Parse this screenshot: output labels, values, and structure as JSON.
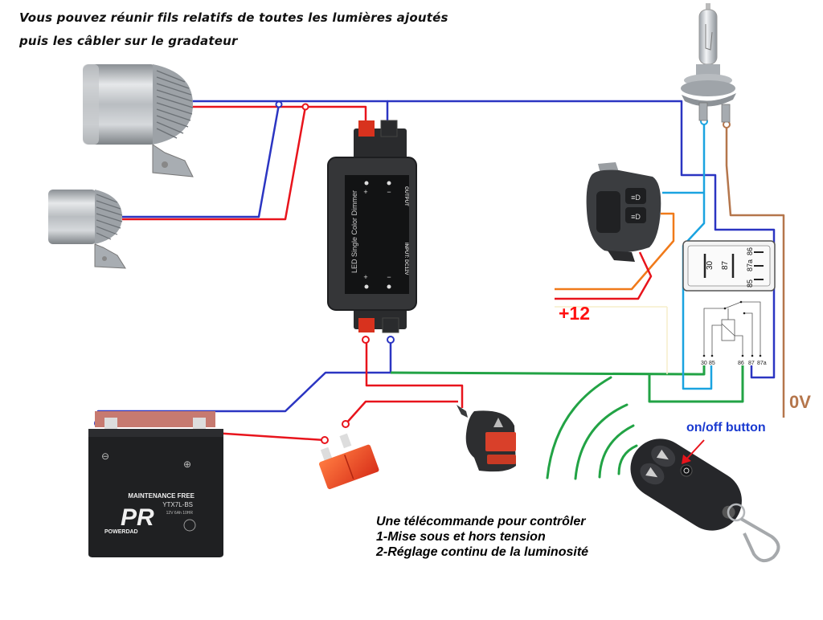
{
  "header_note": {
    "line1": "Vous pouvez réunir fils relatifs de toutes les lumières ajoutés",
    "line2": "puis les câbler sur le gradateur"
  },
  "dimmer": {
    "title": "LED Single Color Dimmer",
    "output_label": "OUTPUT",
    "input_label": "INPUT: DC12V",
    "plus": "+",
    "minus": "−"
  },
  "relay": {
    "pins_top": [
      "30",
      "87",
      "85",
      "87a",
      "86"
    ],
    "pins_schematic": [
      "30",
      "85",
      "86",
      "87",
      "87a"
    ]
  },
  "battery": {
    "maintenance": "MAINTENANCE FREE",
    "model": "YTX7L-BS",
    "spec": "12V 6Ah 10HR",
    "brand": "POWERDAD",
    "logo": "PR",
    "neg_symbol": "⊖",
    "pos_symbol": "⊕"
  },
  "labels": {
    "plus12": "+12",
    "zero_v": "0V",
    "onoff": "on/off button"
  },
  "remote_note": {
    "line1": "Une télécommande pour contrôler",
    "line2": "1-Mise sous et hors tension",
    "line3": "2-Réglage continu de la luminosité"
  },
  "wire_colors": {
    "positive": "#e8141c",
    "negative": "#2b35c2",
    "light_blue": "#1aa3e0",
    "brown": "#b5764c",
    "orange": "#f07a1a",
    "green": "#22a345"
  },
  "icons": [
    "led-spotlight-icon",
    "h7-bulb-icon",
    "handlebar-switch-icon",
    "relay-icon",
    "fuse-icon",
    "hazard-switch-icon",
    "remote-fob-icon",
    "battery-icon"
  ]
}
